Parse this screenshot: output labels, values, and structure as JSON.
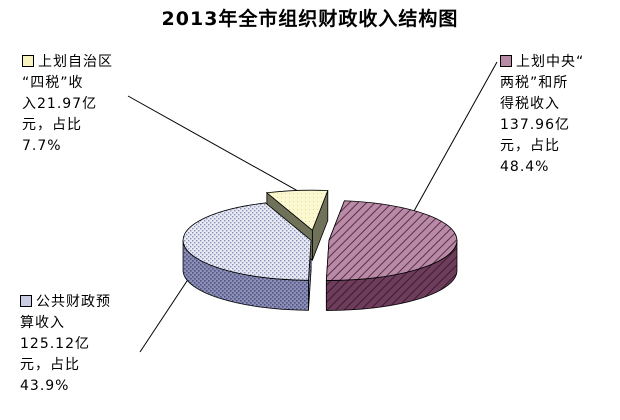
{
  "chart_data": {
    "type": "pie",
    "title": "2013年全市组织财政收入结构图",
    "slices": [
      {
        "name": "上划中央“两税”和所得税收入",
        "value": 137.96,
        "percent": 48.4,
        "unit": "亿元",
        "color": "#7a4c68",
        "lines": [
          "上划中央“",
          "两税”和所",
          "得税收入",
          "137.96亿",
          "元，占比",
          "48.4%"
        ]
      },
      {
        "name": "公共财政预算收入",
        "value": 125.12,
        "percent": 43.9,
        "unit": "亿元",
        "color": "#7d80a8",
        "lines": [
          "公共财政预",
          "算收入",
          "125.12亿",
          "元，占比",
          "43.9%"
        ]
      },
      {
        "name": "上划自治区“四税”收入",
        "value": 21.97,
        "percent": 7.7,
        "unit": "亿元",
        "color": "#f3f0b0",
        "lines": [
          "上划自治区",
          "“四税”收",
          "入21.97亿",
          "元，占比",
          "7.7%"
        ]
      }
    ]
  }
}
